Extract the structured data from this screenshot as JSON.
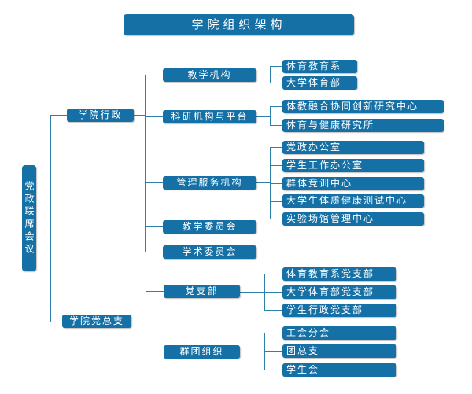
{
  "title": "学院组织架构",
  "root": "党政联席会议",
  "admin": {
    "label": "学院行政",
    "teaching": {
      "label": "教学机构",
      "items": [
        "体育教育系",
        "大学体育部"
      ]
    },
    "research": {
      "label": "科研机构与平台",
      "items": [
        "体教融合协同创新研究中心",
        "体育与健康研究所"
      ]
    },
    "management": {
      "label": "管理服务机构",
      "items": [
        "党政办公室",
        "学生工作办公室",
        "群体竞训中心",
        "大学生体质健康测试中心",
        "实验场馆管理中心"
      ]
    },
    "teaching_committee": "教学委员会",
    "academic_committee": "学术委员会"
  },
  "party": {
    "label": "学院党总支",
    "branches": {
      "label": "党支部",
      "items": [
        "体育教育系党支部",
        "大学体育部党支部",
        "学生行政党支部"
      ]
    },
    "mass": {
      "label": "群团组织",
      "items": [
        "工会分会",
        "团总支",
        "学生会"
      ]
    }
  },
  "colors": {
    "box": "#1570a6",
    "line": "#2c7fa8"
  }
}
